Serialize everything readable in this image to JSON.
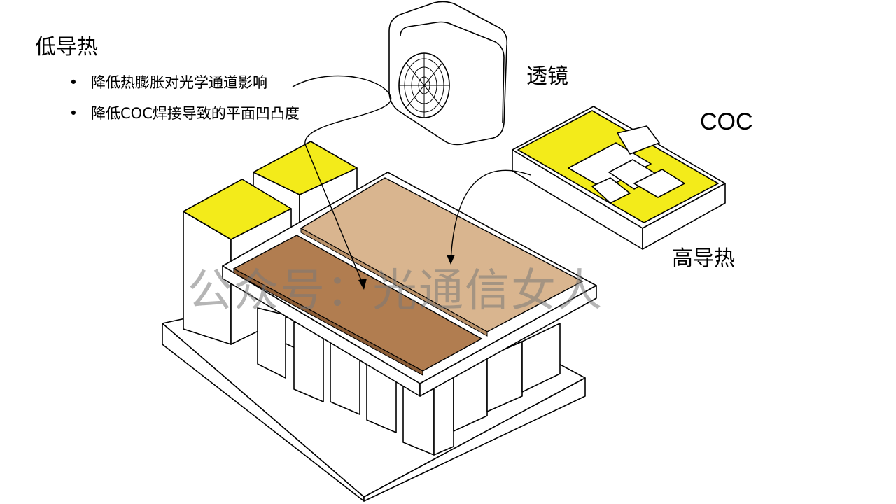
{
  "title": "低导热",
  "bullets": [
    "降低热膨胀对光学通道影响",
    "降低COC焊接导致的平面凹凸度"
  ],
  "labels": {
    "lens": "透镜",
    "coc": "COC",
    "high_conductivity": "高导热"
  },
  "watermark": "公众号：光通信女人",
  "colors": {
    "yellow": "#f3eb1a",
    "dark_substrate": "#b17d50",
    "light_substrate": "#d9b58f"
  }
}
